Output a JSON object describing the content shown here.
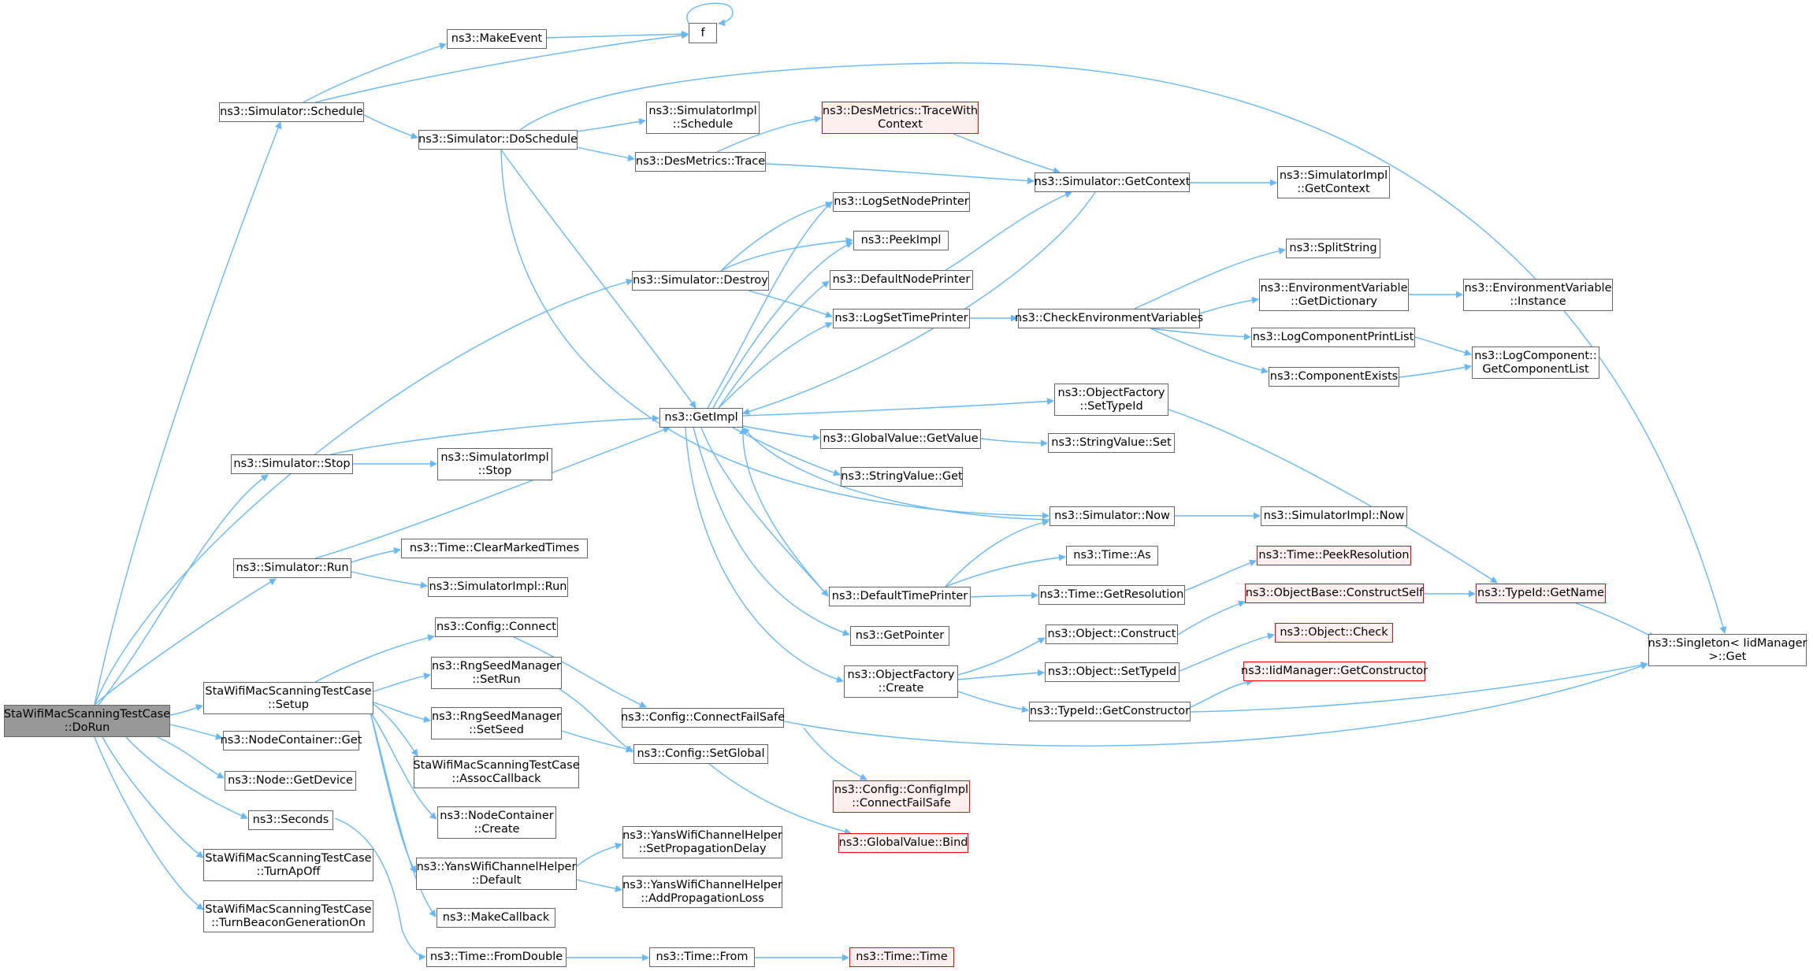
{
  "colors": {
    "edge": "#63b8ff",
    "border": "#666666",
    "truncated_border": "#ff0000",
    "truncated_fill": "#fff0f0",
    "root_fill": "#999999"
  },
  "nodes": {
    "dorun": [
      "StaWifiMacScanningTestCase",
      "::DoRun"
    ],
    "f": [
      "f"
    ],
    "makeevent": [
      "ns3::MakeEvent"
    ],
    "sim_schedule": [
      "ns3::Simulator::Schedule"
    ],
    "sim_doschedule": [
      "ns3::Simulator::DoSchedule"
    ],
    "simimpl_schedule": [
      "ns3::SimulatorImpl",
      "::Schedule"
    ],
    "desmetrics_tracewithcontext": [
      "ns3::DesMetrics::TraceWith",
      "Context"
    ],
    "desmetrics_trace": [
      "ns3::DesMetrics::Trace"
    ],
    "sim_getcontext": [
      "ns3::Simulator::GetContext"
    ],
    "simimpl_getcontext": [
      "ns3::SimulatorImpl",
      "::GetContext"
    ],
    "logsetnodeprinter": [
      "ns3::LogSetNodePrinter"
    ],
    "peekimpl": [
      "ns3::PeekImpl"
    ],
    "defaultnodeprinter": [
      "ns3::DefaultNodePrinter"
    ],
    "sim_destroy": [
      "ns3::Simulator::Destroy"
    ],
    "logsettimeprinter": [
      "ns3::LogSetTimePrinter"
    ],
    "splitstring": [
      "ns3::SplitString"
    ],
    "envvar_getdictionary": [
      "ns3::EnvironmentVariable",
      "::GetDictionary"
    ],
    "envvar_instance": [
      "ns3::EnvironmentVariable",
      "::Instance"
    ],
    "checkenvvars": [
      "ns3::CheckEnvironmentVariables"
    ],
    "logcomponentprintlist": [
      "ns3::LogComponentPrintList"
    ],
    "logcomponent_getcomponentlist": [
      "ns3::LogComponent::",
      "GetComponentList"
    ],
    "componentexists": [
      "ns3::ComponentExists"
    ],
    "objfactory_settypeid": [
      "ns3::ObjectFactory",
      "::SetTypeId"
    ],
    "getimpl": [
      "ns3::GetImpl"
    ],
    "sim_stop": [
      "ns3::Simulator::Stop"
    ],
    "simimpl_stop": [
      "ns3::SimulatorImpl",
      "::Stop"
    ],
    "globalvalue_getvalue": [
      "ns3::GlobalValue::GetValue"
    ],
    "stringvalue_set": [
      "ns3::StringValue::Set"
    ],
    "stringvalue_get": [
      "ns3::StringValue::Get"
    ],
    "sim_now": [
      "ns3::Simulator::Now"
    ],
    "simimpl_now": [
      "ns3::SimulatorImpl::Now"
    ],
    "time_clearmarkedtimes": [
      "ns3::Time::ClearMarkedTimes"
    ],
    "sim_run": [
      "ns3::Simulator::Run"
    ],
    "simimpl_run": [
      "ns3::SimulatorImpl::Run"
    ],
    "time_as": [
      "ns3::Time::As"
    ],
    "time_peekresolution": [
      "ns3::Time::PeekResolution"
    ],
    "defaulttimeprinter": [
      "ns3::DefaultTimePrinter"
    ],
    "time_getresolution": [
      "ns3::Time::GetResolution"
    ],
    "typeid_getname": [
      "ns3::TypeId::GetName"
    ],
    "objectbase_constructself": [
      "ns3::ObjectBase::ConstructSelf"
    ],
    "config_connect": [
      "ns3::Config::Connect"
    ],
    "object_construct": [
      "ns3::Object::Construct"
    ],
    "getpointer": [
      "ns3::GetPointer"
    ],
    "object_check": [
      "ns3::Object::Check"
    ],
    "singleton_get": [
      "ns3::Singleton< IidManager",
      ">::Get"
    ],
    "setup": [
      "StaWifiMacScanningTestCase",
      "::Setup"
    ],
    "rngseed_setrun": [
      "ns3::RngSeedManager",
      "::SetRun"
    ],
    "object_settypeid": [
      "ns3::Object::SetTypeId"
    ],
    "objfactory_create": [
      "ns3::ObjectFactory",
      "::Create"
    ],
    "iidmanager_getconstructor": [
      "ns3::IidManager::GetConstructor"
    ],
    "typeid_getconstructor": [
      "ns3::TypeId::GetConstructor"
    ],
    "rngseed_setseed": [
      "ns3::RngSeedManager",
      "::SetSeed"
    ],
    "config_connectfailsafe": [
      "ns3::Config::ConnectFailSafe"
    ],
    "nodecontainer_get": [
      "ns3::NodeContainer::Get"
    ],
    "config_setglobal": [
      "ns3::Config::SetGlobal"
    ],
    "assoccallback": [
      "StaWifiMacScanningTestCase",
      "::AssocCallback"
    ],
    "node_getdevice": [
      "ns3::Node::GetDevice"
    ],
    "configimpl_connectfailsafe": [
      "ns3::Config::ConfigImpl",
      "::ConnectFailSafe"
    ],
    "seconds": [
      "ns3::Seconds"
    ],
    "nodecontainer_create": [
      "ns3::NodeContainer",
      "::Create"
    ],
    "globalvalue_bind": [
      "ns3::GlobalValue::Bind"
    ],
    "yans_setpropagationdelay": [
      "ns3::YansWifiChannelHelper",
      "::SetPropagationDelay"
    ],
    "turnapoff": [
      "StaWifiMacScanningTestCase",
      "::TurnApOff"
    ],
    "yans_default": [
      "ns3::YansWifiChannelHelper",
      "::Default"
    ],
    "yans_addpropagationloss": [
      "ns3::YansWifiChannelHelper",
      "::AddPropagationLoss"
    ],
    "turnbeacongenerationon": [
      "StaWifiMacScanningTestCase",
      "::TurnBeaconGenerationOn"
    ],
    "makecallback": [
      "ns3::MakeCallback"
    ],
    "time_fromdouble": [
      "ns3::Time::FromDouble"
    ],
    "time_from": [
      "ns3::Time::From"
    ],
    "time_time": [
      "ns3::Time::Time"
    ]
  }
}
